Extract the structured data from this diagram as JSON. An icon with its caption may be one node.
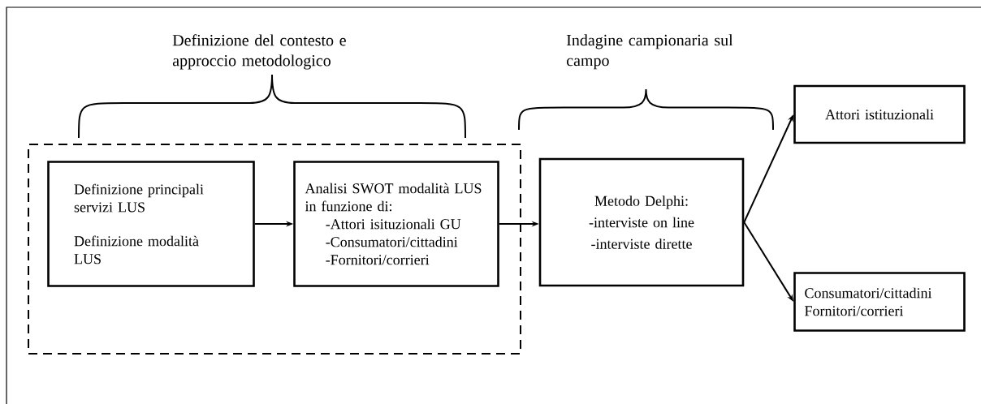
{
  "diagram": {
    "nodes": [
      {
        "text": [],
        "shape": "box"
      },
      {
        "text": [
          "Definizione principali servizi LUS",
          "Definizione modalità LUS"
        ],
        "in": 0
      },
      {
        "text": [
          "Analisi SWOT modalità LUS in funzione di:",
          "-Attori isituzionali GU",
          "-Consumatori/cittadini",
          "-Fornitori/corrieri"
        ],
        "in": 0
      },
      {
        "text": [
          "Metodo Delphi:",
          "-interviste on line",
          "-interviste dirette"
        ]
      },
      {
        "text": [
          "Attori istituzionali"
        ]
      },
      {
        "text": [
          "Consumatori/cittadini",
          "Fornitori/corrieri"
        ]
      }
    ],
    "edges": [
      {
        "from": 1,
        "to": 2,
        "arrow": "to"
      },
      {
        "from": 2,
        "to": 3,
        "arrow": "to"
      },
      {
        "from": 3,
        "to": 4,
        "arrow": "to"
      },
      {
        "from": 3,
        "to": 5,
        "arrow": "to"
      }
    ],
    "labels": [
      "Definizione del contesto e approccio metodologico",
      "Indagine campionaria sul campo"
    ]
  }
}
